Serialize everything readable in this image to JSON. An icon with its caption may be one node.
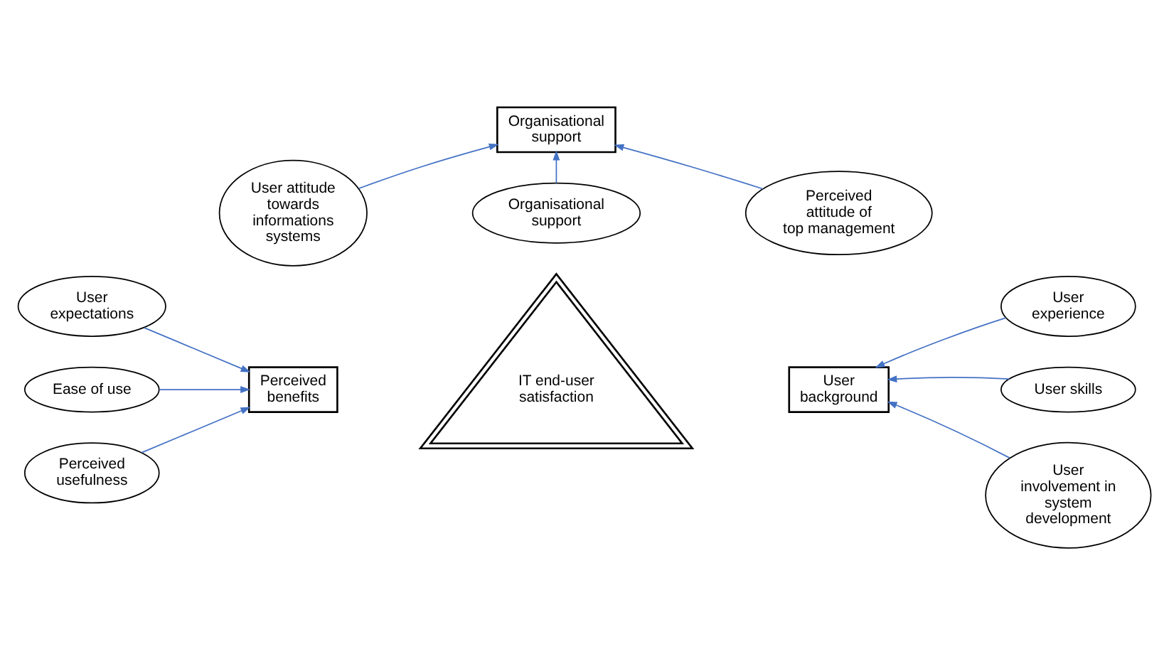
{
  "diagram": {
    "nodes": [
      {
        "text": [
          "User expectations"
        ]
      },
      {
        "text": [
          "Ease of use"
        ]
      },
      {
        "text": [
          "Perceived usefulness"
        ]
      },
      {
        "text": [
          "Perceived benefits"
        ]
      },
      {
        "text": [
          "IT end-user satisfaction"
        ]
      },
      {
        "text": [
          "User background"
        ]
      },
      {
        "text": [
          "User experience"
        ]
      },
      {
        "text": [
          "User skills"
        ]
      },
      {
        "text": [
          "User involvement in system development"
        ]
      },
      {
        "text": [
          "Organisational support"
        ]
      },
      {
        "text": [
          "User attitude towards informations systems"
        ]
      },
      {
        "text": [
          "Organisational support"
        ]
      },
      {
        "text": [
          "Perceived attitude of top management"
        ]
      }
    ],
    "edges": [
      {
        "from": 0,
        "to": 3,
        "arrow": "to"
      },
      {
        "from": 1,
        "to": 3,
        "arrow": "to"
      },
      {
        "from": 2,
        "to": 3,
        "arrow": "to"
      },
      {
        "from": 6,
        "to": 5,
        "arrow": "to"
      },
      {
        "from": 7,
        "to": 5,
        "arrow": "to"
      },
      {
        "from": 8,
        "to": 5,
        "arrow": "to"
      },
      {
        "from": 10,
        "to": 9,
        "arrow": "to"
      },
      {
        "from": 11,
        "to": 9,
        "arrow": "to"
      },
      {
        "from": 12,
        "to": 9,
        "arrow": "to"
      }
    ]
  }
}
